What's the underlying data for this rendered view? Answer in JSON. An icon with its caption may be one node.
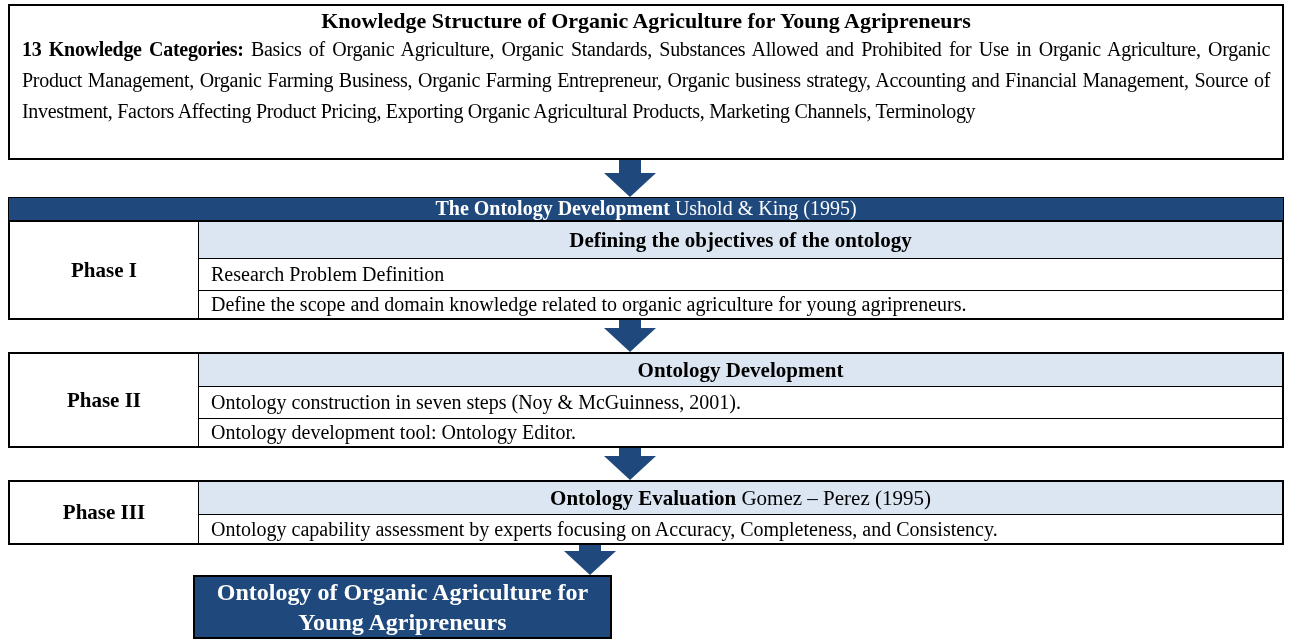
{
  "diagram": {
    "nodes": [
      {
        "text": [
          "Knowledge Structure of Organic Agriculture for Young Agripreneurs",
          "**13 Knowledge Categories:** Basics of Organic Agriculture, Organic Standards, Substances Allowed and Prohibited for Use in Organic Agriculture, Organic Product Management, Organic Farming Business, Organic Farming Entrepreneur, Organic business strategy, Accounting and Financial Management, Source of Investment, Factors Affecting Product Pricing, Exporting Organic Agricultural Products, Marketing Channels, Terminology"
        ]
      },
      {
        "text": [
          "**The Ontology Development** Ushold & King (1995)"
        ]
      },
      {
        "text": [
          "Phase I"
        ]
      },
      {
        "text": [
          "Defining the objectives of the ontology"
        ],
        "in": 2
      },
      {
        "text": [
          "Research Problem Definition"
        ],
        "in": 2
      },
      {
        "text": [
          "Define the scope and domain knowledge related to organic agriculture for young agripreneurs."
        ],
        "in": 2
      },
      {
        "text": [
          "Phase II"
        ]
      },
      {
        "text": [
          "Ontology Development"
        ],
        "in": 6
      },
      {
        "text": [
          "Ontology construction in seven steps (Noy & McGuinness, 2001)."
        ],
        "in": 6
      },
      {
        "text": [
          "Ontology development tool: Ontology Editor."
        ],
        "in": 6
      },
      {
        "text": [
          "Phase III"
        ]
      },
      {
        "text": [
          "**Ontology Evaluation** Gomez – Perez (1995)"
        ],
        "in": 10
      },
      {
        "text": [
          "Ontology capability assessment by experts focusing on Accuracy, Completeness, and Consistency."
        ],
        "in": 10
      },
      {
        "text": [
          "Ontology of Organic Agriculture for Young Agripreneurs"
        ]
      }
    ],
    "edges": [
      {
        "from": 0,
        "to": 1,
        "arrow": "to"
      },
      {
        "from": 2,
        "to": 6,
        "arrow": "to"
      },
      {
        "from": 6,
        "to": 10,
        "arrow": "to"
      },
      {
        "from": 10,
        "to": 13,
        "arrow": "to"
      }
    ]
  }
}
